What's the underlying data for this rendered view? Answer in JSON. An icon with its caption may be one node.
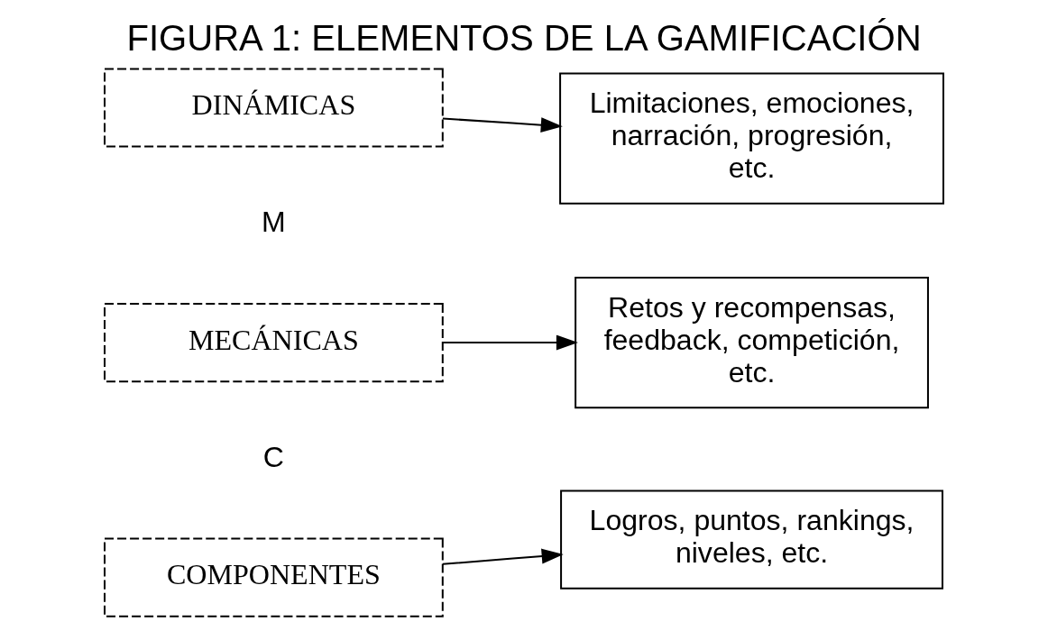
{
  "diagram": {
    "title": "FIGURA 1: ELEMENTOS DE LA GAMIFICACIÓN",
    "nodes": [
      {
        "text": [
          "DINÁMICAS"
        ]
      },
      {
        "text": [
          "Limitaciones, emociones, narración, progresión, etc."
        ]
      },
      {
        "text": [
          "MECÁNICAS"
        ]
      },
      {
        "text": [
          "Retos y recompensas, feedback, competición, etc."
        ]
      },
      {
        "text": [
          "COMPONENTES"
        ]
      },
      {
        "text": [
          "Logros, puntos, rankings, niveles, etc."
        ]
      }
    ],
    "edges": [
      {
        "from": 0,
        "to": 1,
        "arrow": "to"
      },
      {
        "from": 2,
        "to": 3,
        "arrow": "to"
      },
      {
        "from": 4,
        "to": 5,
        "arrow": "to"
      }
    ],
    "labels": [
      "M",
      "C"
    ]
  }
}
